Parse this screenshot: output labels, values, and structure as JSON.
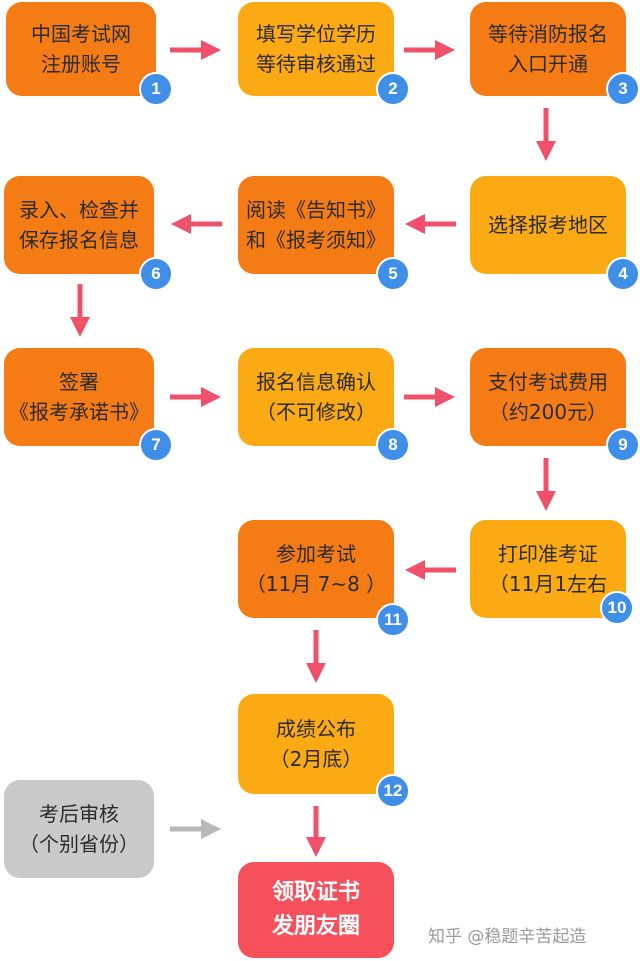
{
  "colors": {
    "orange": "#f57c14",
    "yellow": "#fcaa14",
    "gray": "#c9c9c9",
    "red": "#f5505c",
    "badge": "#3f8ee8",
    "arrow": "#f0506a",
    "arrow_gray": "#b8b8b8"
  },
  "steps": [
    {
      "lines": [
        "中国考试网",
        "注册账号"
      ],
      "badge": "1"
    },
    {
      "lines": [
        "填写学位学历",
        "等待审核通过"
      ],
      "badge": "2"
    },
    {
      "lines": [
        "等待消防报名",
        "入口开通"
      ],
      "badge": "3"
    },
    {
      "lines": [
        "选择报考地区"
      ],
      "badge": "4"
    },
    {
      "lines": [
        "阅读《告知书》",
        "和《报考须知》"
      ],
      "badge": "5"
    },
    {
      "lines": [
        "录入、检查并",
        "保存报名信息"
      ],
      "badge": "6"
    },
    {
      "lines": [
        "签署",
        "《报考承诺书》"
      ],
      "badge": "7"
    },
    {
      "lines": [
        "报名信息确认",
        "（不可修改）"
      ],
      "badge": "8"
    },
    {
      "lines": [
        "支付考试费用",
        "（约200元）"
      ],
      "badge": "9"
    },
    {
      "lines": [
        "打印准考证",
        "（11月1左右"
      ],
      "badge": "10"
    },
    {
      "lines": [
        "参加考试",
        "（11月 7~8 ）"
      ],
      "badge": "11"
    },
    {
      "lines": [
        "成绩公布",
        "（2月底）"
      ],
      "badge": "12"
    }
  ],
  "review": {
    "lines": [
      "考后审核",
      "（个别省份）"
    ]
  },
  "final": {
    "lines": [
      "领取证书",
      "发朋友圈"
    ]
  },
  "watermark": "知乎 @稳题辛苦起造"
}
